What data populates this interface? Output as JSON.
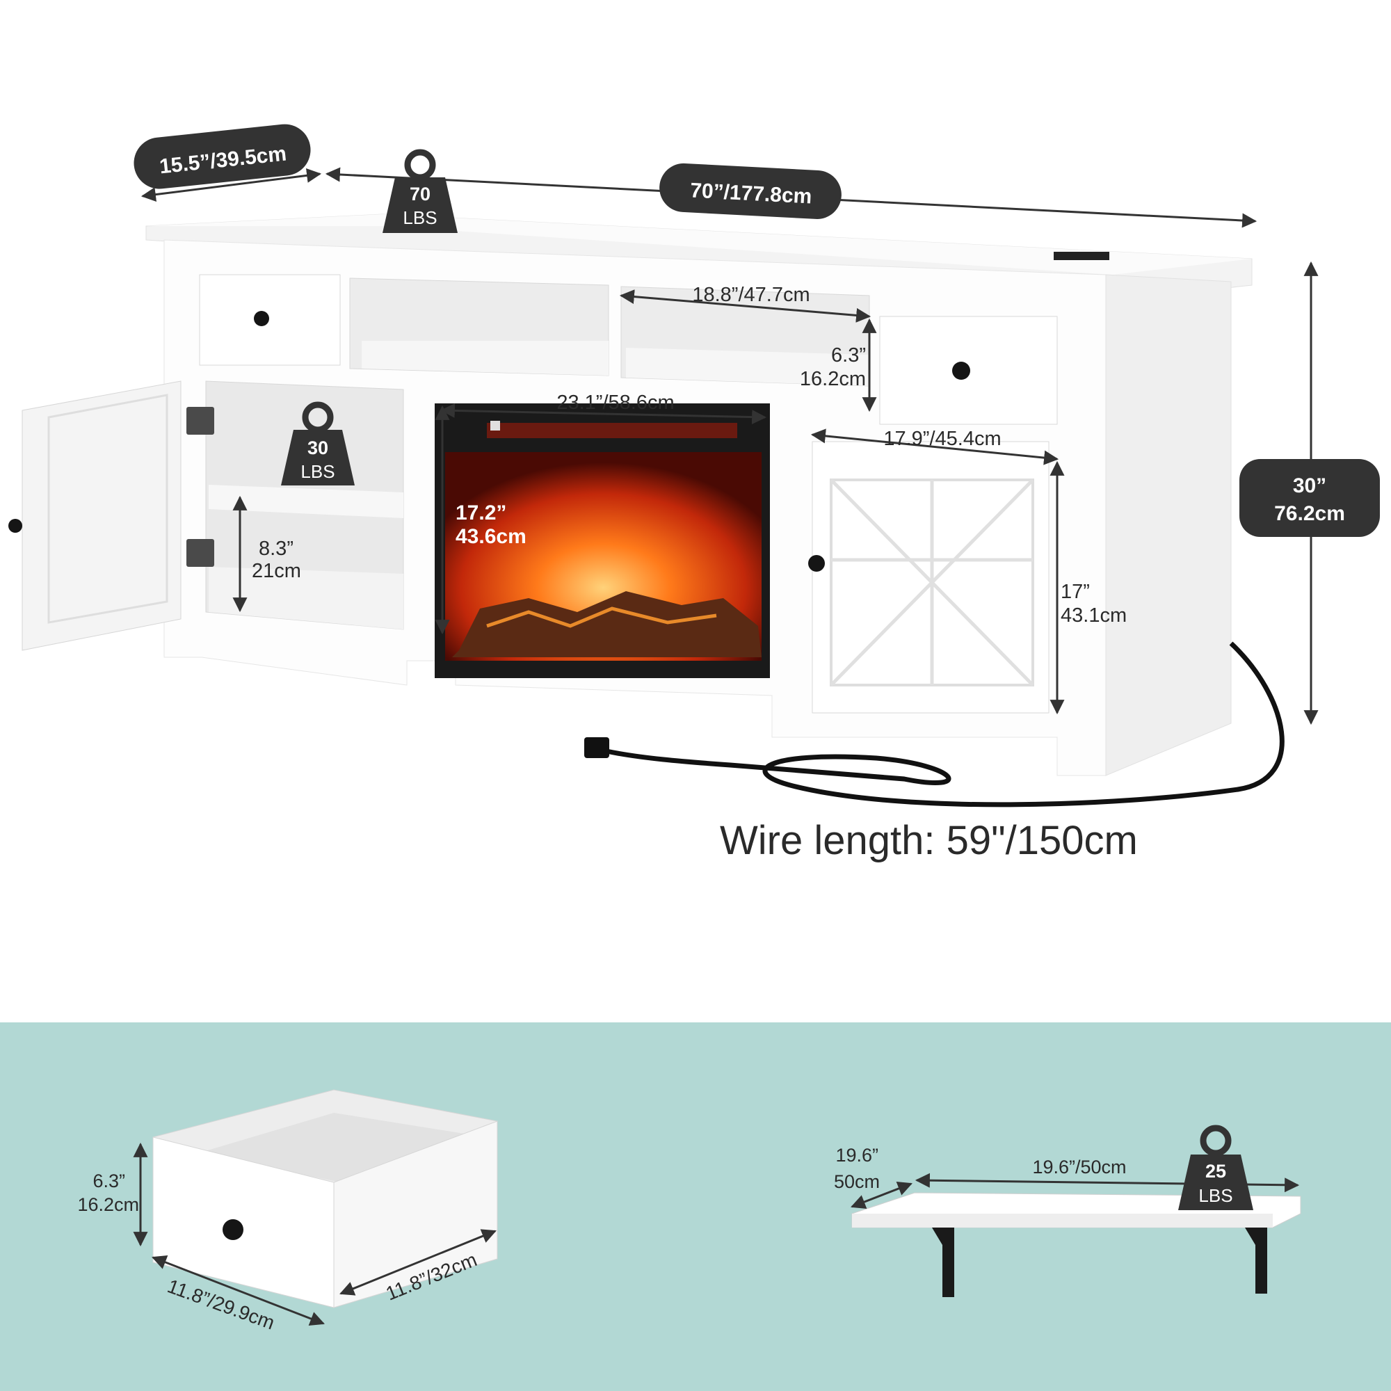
{
  "colors": {
    "bottom_panel": "#b2d8d4",
    "weight_badge": "#333333",
    "furniture": "#ffffff",
    "fire": "#ff6a10"
  },
  "overall": {
    "depth": "15.5”/39.5cm",
    "width": "70”/177.8cm",
    "height_in": "30”",
    "height_cm": "76.2cm",
    "top_load_value": "70",
    "top_load_unit": "LBS"
  },
  "top_cubby": {
    "width": "18.8”/47.7cm",
    "height_in": "6.3”",
    "height_cm": "16.2cm"
  },
  "fireplace": {
    "width": "23.1”/58.6cm",
    "height_in": "17.2”",
    "height_cm": "43.6cm"
  },
  "left_cabinet": {
    "shelf_gap_in": "8.3”",
    "shelf_gap_cm": "21cm",
    "load_value": "30",
    "load_unit": "LBS"
  },
  "right_cabinet": {
    "width": "17.9”/45.4cm",
    "height_in": "17”",
    "height_cm": "43.1cm"
  },
  "wire": {
    "label": "Wire length: 59\"/150cm"
  },
  "drawer": {
    "height_in": "6.3”",
    "height_cm": "16.2cm",
    "width": "11.8”/29.9cm",
    "depth": "11.8”/32cm"
  },
  "wall_shelf": {
    "depth_in": "19.6”",
    "depth_cm": "50cm",
    "width": "19.6”/50cm",
    "load_value": "25",
    "load_unit": "LBS"
  }
}
